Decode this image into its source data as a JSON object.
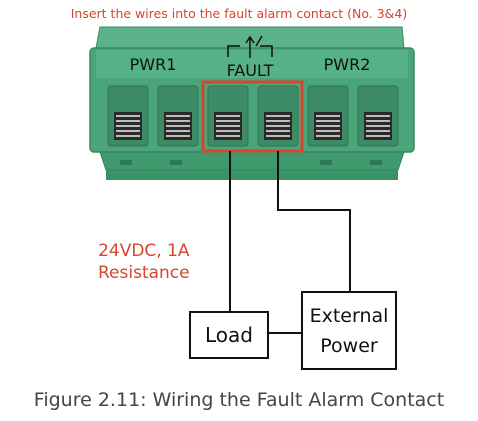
{
  "top_caption": "Insert the wires into the fault alarm contact (No. 3&4)",
  "connector": {
    "pwr1_label": "PWR1",
    "fault_label": "FAULT",
    "pwr2_label": "PWR2",
    "body_color": "#4aa57b",
    "highlight_color": "#d6452e"
  },
  "spec": {
    "line1": "24VDC, 1A",
    "line2": "Resistance"
  },
  "load_label": "Load",
  "external_power": {
    "line1": "External",
    "line2": "Power"
  },
  "figure_caption": "Figure 2.11: Wiring the Fault Alarm Contact"
}
